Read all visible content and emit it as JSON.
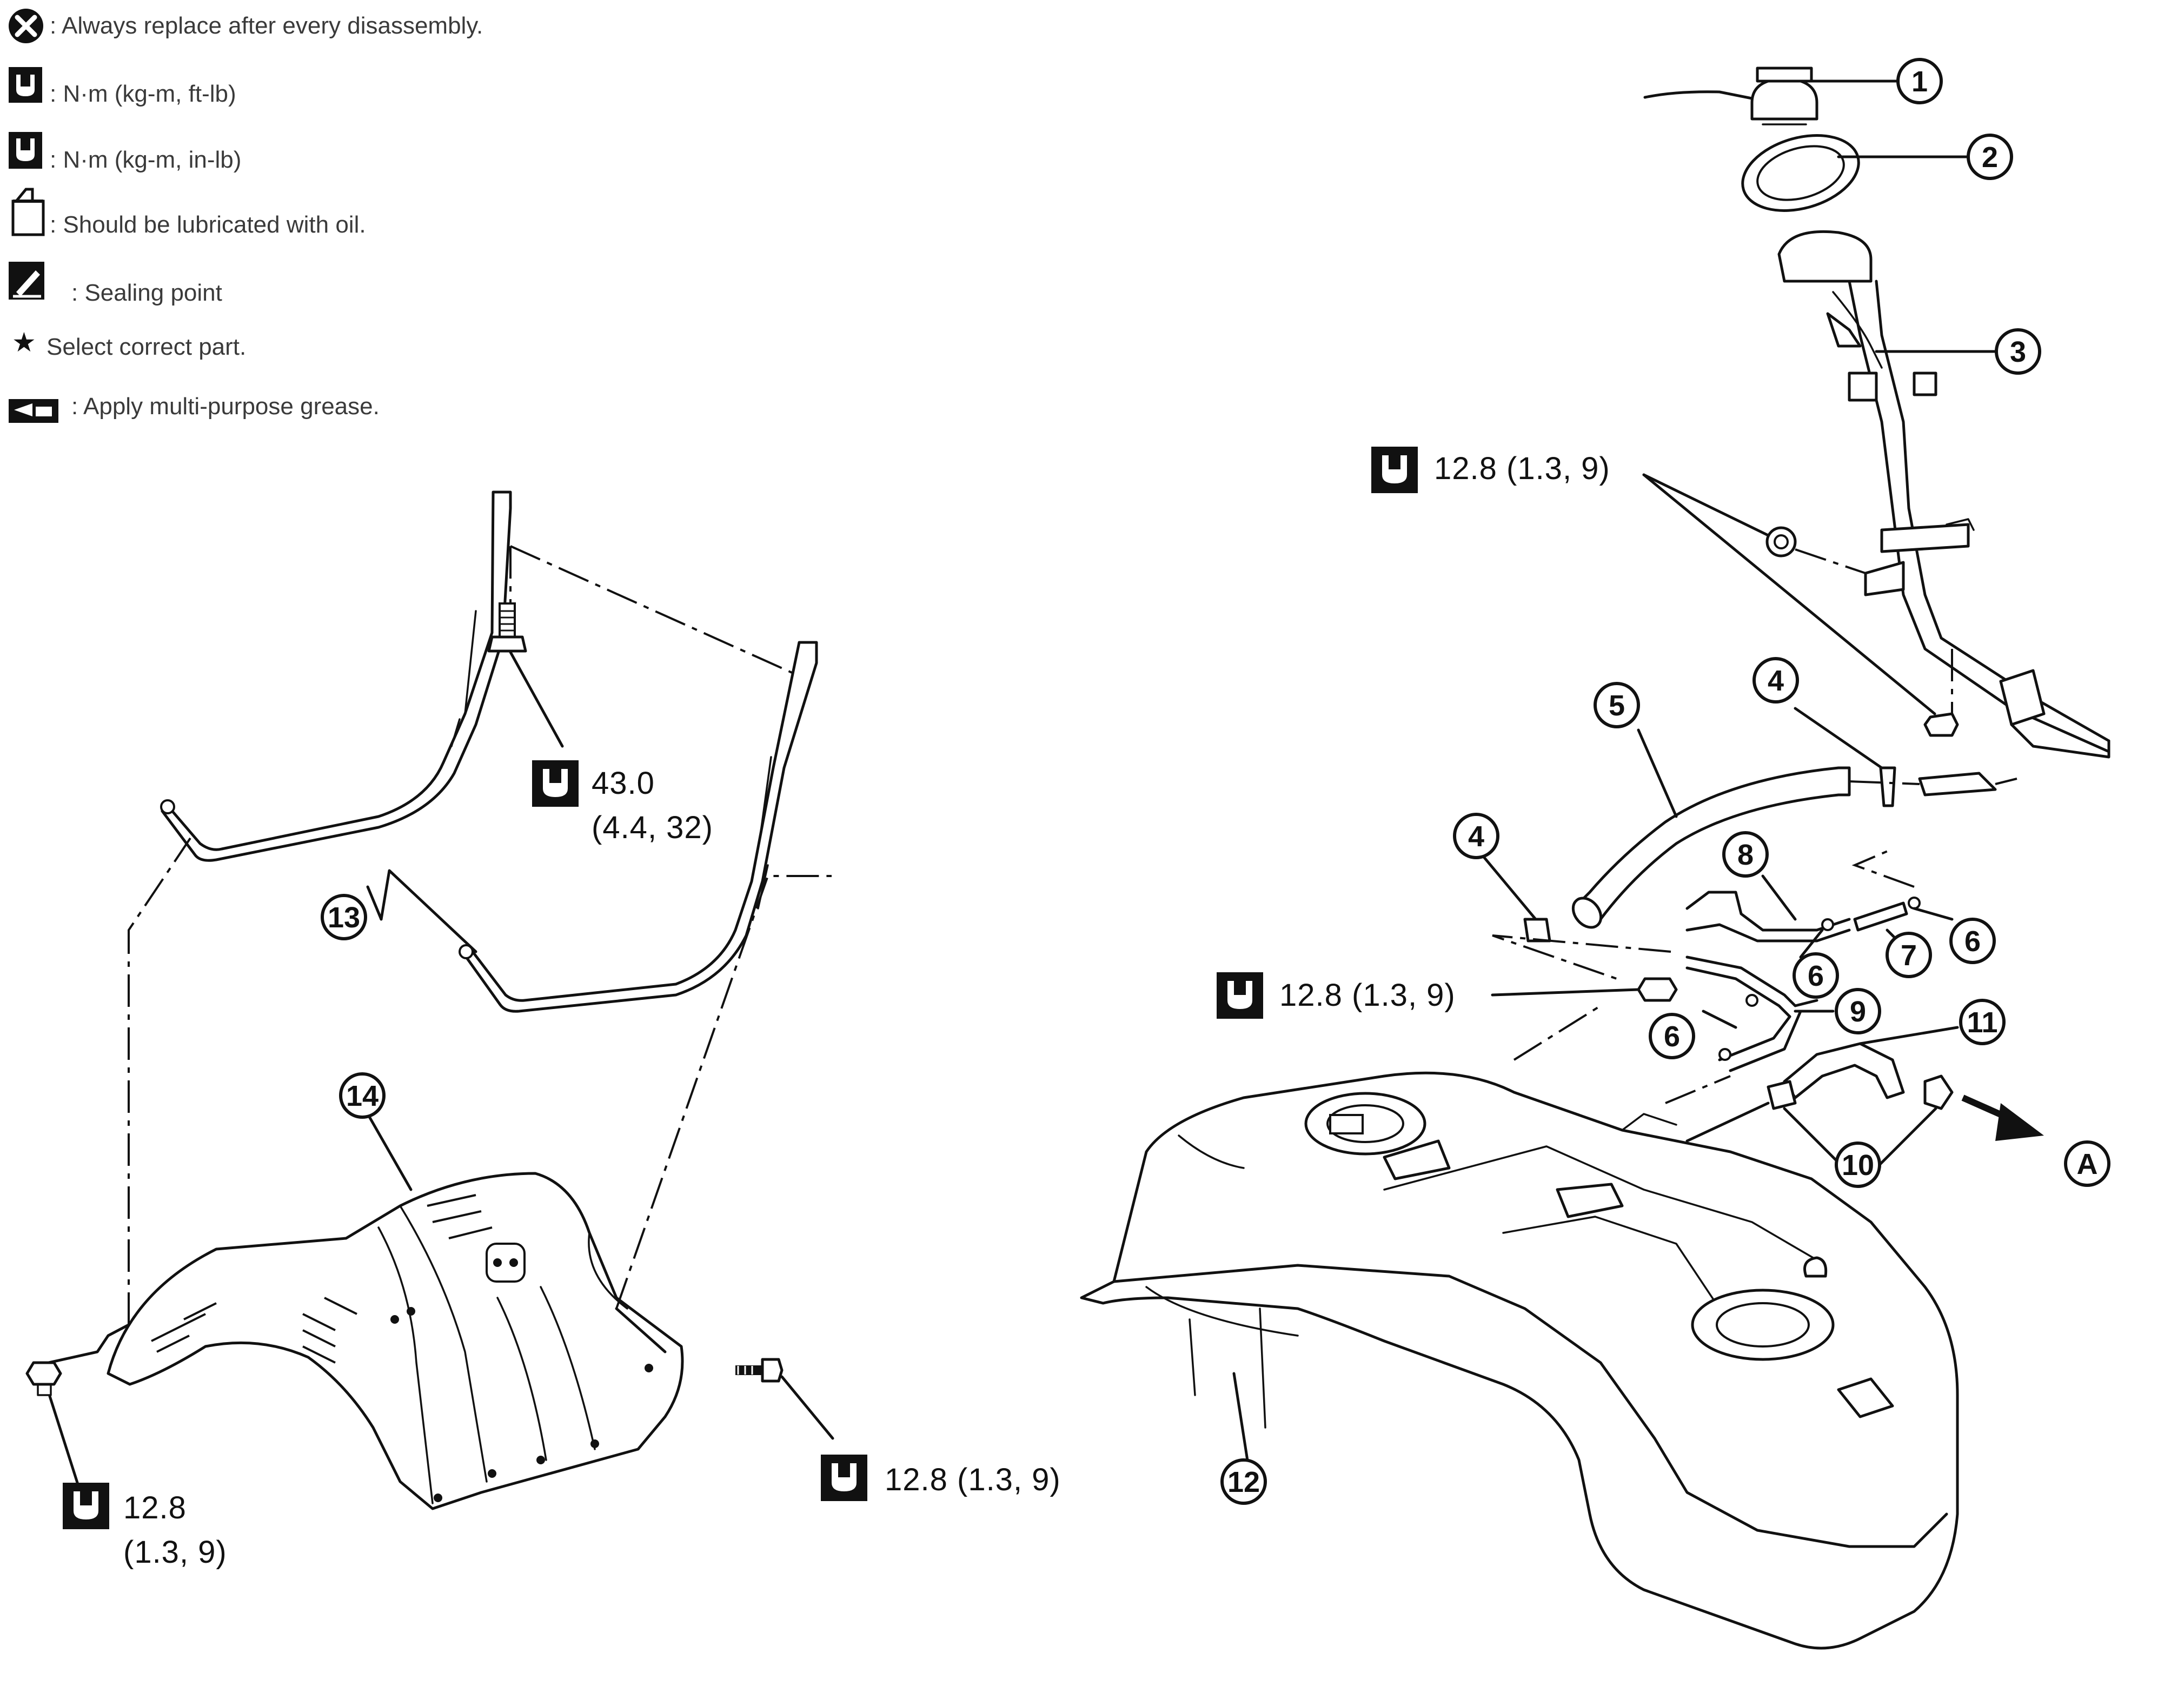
{
  "legend": {
    "items": [
      {
        "icon": "replace-part-icon",
        "text": ": Always replace after every disassembly."
      },
      {
        "icon": "torque-ftlb-icon",
        "text": ": N·m (kg-m, ft-lb)"
      },
      {
        "icon": "torque-inlb-icon",
        "text": ": N·m (kg-m, in-lb)"
      },
      {
        "icon": "oil-can-icon",
        "text": ": Should be lubricated with oil."
      },
      {
        "icon": "sealing-point-icon",
        "text": ": Sealing point"
      },
      {
        "icon": "star-icon",
        "text": "Select correct part."
      },
      {
        "icon": "grease-icon",
        "text": ": Apply multi-purpose grease."
      }
    ]
  },
  "torque_labels": {
    "filler_bracket": "12.8 (1.3, 9)",
    "tank_nut": "12.8 (1.3, 9)",
    "band_bolt_value": "43.0",
    "band_bolt_units": "(4.4, 32)",
    "protector_nut_value": "12.8",
    "protector_nut_units": "(1.3, 9)",
    "protector_bolt": "12.8 (1.3, 9)"
  },
  "callouts": [
    "1",
    "2",
    "3",
    "4",
    "4",
    "5",
    "6",
    "6",
    "6",
    "7",
    "8",
    "9",
    "10",
    "11",
    "12",
    "13",
    "14"
  ],
  "arrow_label": "A",
  "colors": {
    "line": "#111111",
    "text": "#3a3a3a",
    "background": "#ffffff"
  }
}
